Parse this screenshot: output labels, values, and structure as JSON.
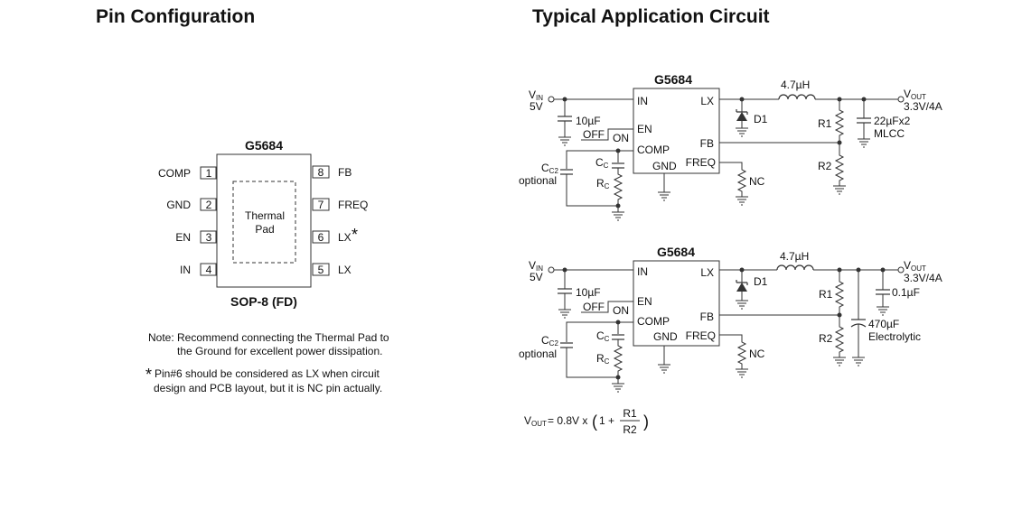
{
  "titles": {
    "pin_config": "Pin Configuration",
    "typical_app": "Typical Application Circuit"
  },
  "pin_config": {
    "chip_name": "G5684",
    "package": "SOP-8 (FD)",
    "thermal_pad_line1": "Thermal",
    "thermal_pad_line2": "Pad",
    "pins_left": [
      {
        "num": "1",
        "name": "COMP"
      },
      {
        "num": "2",
        "name": "GND"
      },
      {
        "num": "3",
        "name": "EN"
      },
      {
        "num": "4",
        "name": "IN"
      }
    ],
    "pins_right": [
      {
        "num": "8",
        "name": "FB"
      },
      {
        "num": "7",
        "name": "FREQ"
      },
      {
        "num": "6",
        "name": "LX"
      },
      {
        "num": "5",
        "name": "LX"
      }
    ],
    "asterisk": "*",
    "note_line1": "Note: Recommend connecting the Thermal Pad  to",
    "note_line2": "the Ground for excellent power dissipation.",
    "note2_line1": "Pin#6 should be considered as LX  when circuit",
    "note2_line2": "design and PCB layout, but it is NC pin actually."
  },
  "circuits": [
    {
      "chip_name": "G5684",
      "pin_in": "IN",
      "pin_lx": "LX",
      "pin_en": "EN",
      "pin_fb": "FB",
      "pin_comp": "COMP",
      "pin_gnd": "GND",
      "pin_freq": "FREQ",
      "vin_main": "V",
      "vin_sub": "IN",
      "vin_value": "5V",
      "vout_main": "V",
      "vout_sub": "OUT",
      "vout_value": "3.3V/4A",
      "inductor": "4.7µH",
      "diode": "D1",
      "cin": "10µF",
      "off": "OFF",
      "on": "ON",
      "cc_main": "C",
      "cc_sub": "C",
      "rc_main": "R",
      "rc_sub": "C",
      "cc2_main": "C",
      "cc2_sub": "C2",
      "cc2_note": "optional",
      "nc": "NC",
      "r1": "R1",
      "r2": "R2",
      "cout_line1": "22µFx2",
      "cout_line2": "MLCC"
    },
    {
      "chip_name": "G5684",
      "pin_in": "IN",
      "pin_lx": "LX",
      "pin_en": "EN",
      "pin_fb": "FB",
      "pin_comp": "COMP",
      "pin_gnd": "GND",
      "pin_freq": "FREQ",
      "vin_main": "V",
      "vin_sub": "IN",
      "vin_value": "5V",
      "vout_main": "V",
      "vout_sub": "OUT",
      "vout_value": "3.3V/4A",
      "inductor": "4.7µH",
      "diode": "D1",
      "cin": "10µF",
      "off": "OFF",
      "on": "ON",
      "cc_main": "C",
      "cc_sub": "C",
      "rc_main": "R",
      "rc_sub": "C",
      "cc2_main": "C",
      "cc2_sub": "C2",
      "cc2_note": "optional",
      "nc": "NC",
      "r1": "R1",
      "r2": "R2",
      "cout_line1": "0.1µF",
      "cout_line2": "470µF",
      "cout_line3": "Electrolytic"
    }
  ],
  "formula": {
    "lhs_main": "V",
    "lhs_sub": "OUT",
    "mid": "= 0.8V x",
    "open": "(",
    "one_plus": "1 +",
    "num": "R1",
    "den": "R2",
    "close": ")"
  }
}
